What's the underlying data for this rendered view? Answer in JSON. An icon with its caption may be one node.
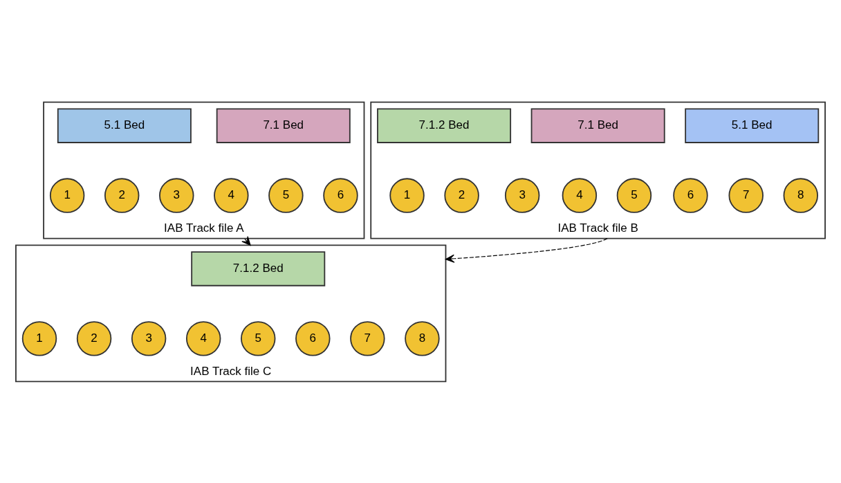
{
  "diagram": {
    "nodes": [
      {
        "text": [
          "IAB Track file A"
        ]
      },
      {
        "text": [
          "5.1 Bed"
        ],
        "in": 0
      },
      {
        "text": [
          "7.1 Bed"
        ],
        "in": 0
      },
      {
        "text": [
          "1"
        ],
        "in": 0
      },
      {
        "text": [
          "2"
        ],
        "in": 0
      },
      {
        "text": [
          "3"
        ],
        "in": 0
      },
      {
        "text": [
          "4"
        ],
        "in": 0
      },
      {
        "text": [
          "5"
        ],
        "in": 0
      },
      {
        "text": [
          "6"
        ],
        "in": 0
      },
      {
        "text": [
          "IAB Track file B"
        ]
      },
      {
        "text": [
          "7.1.2 Bed"
        ],
        "in": 9
      },
      {
        "text": [
          "7.1 Bed"
        ],
        "in": 9
      },
      {
        "text": [
          "5.1 Bed"
        ],
        "in": 9
      },
      {
        "text": [
          "1"
        ],
        "in": 9
      },
      {
        "text": [
          "2"
        ],
        "in": 9
      },
      {
        "text": [
          "3"
        ],
        "in": 9
      },
      {
        "text": [
          "4"
        ],
        "in": 9
      },
      {
        "text": [
          "5"
        ],
        "in": 9
      },
      {
        "text": [
          "6"
        ],
        "in": 9
      },
      {
        "text": [
          "7"
        ],
        "in": 9
      },
      {
        "text": [
          "8"
        ],
        "in": 9
      },
      {
        "text": [
          "IAB Track file C"
        ]
      },
      {
        "text": [
          "7.1.2 Bed"
        ],
        "in": 21
      },
      {
        "text": [
          "1"
        ],
        "in": 21
      },
      {
        "text": [
          "2"
        ],
        "in": 21
      },
      {
        "text": [
          "3"
        ],
        "in": 21
      },
      {
        "text": [
          "4"
        ],
        "in": 21
      },
      {
        "text": [
          "5"
        ],
        "in": 21
      },
      {
        "text": [
          "6"
        ],
        "in": 21
      },
      {
        "text": [
          "7"
        ],
        "in": 21
      },
      {
        "text": [
          "8"
        ],
        "in": 21
      }
    ],
    "edges": [
      {
        "from": 0,
        "to": 21,
        "arrow": "to",
        "style": "dashed"
      },
      {
        "from": 9,
        "to": 21,
        "arrow": "to",
        "style": "dashed"
      }
    ]
  }
}
